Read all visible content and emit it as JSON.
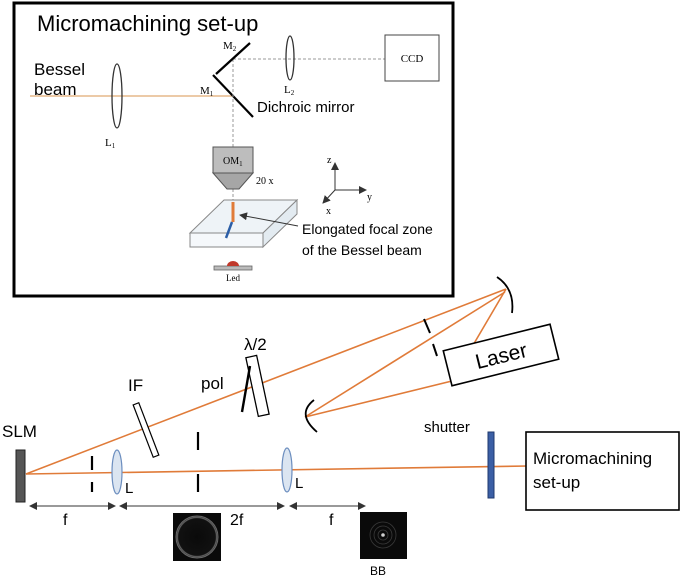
{
  "inset": {
    "title": "Micromachining set-up",
    "bessel_beam_line1": "Bessel",
    "bessel_beam_line2": "beam",
    "lens1": "L",
    "lens1_sub": "1",
    "lens2": "L",
    "lens2_sub": "2",
    "mirror1": "M",
    "mirror1_sub": "1",
    "mirror2": "M",
    "mirror2_sub": "2",
    "ccd": "CCD",
    "dichroic": "Dichroic mirror",
    "objective": "OM",
    "objective_sub": "1",
    "magnification": "20 x",
    "axis_z": "z",
    "axis_x": "x",
    "axis_y": "y",
    "focal_zone_line1": "Elongated focal zone",
    "focal_zone_line2": "of the Bessel beam",
    "led": "Led"
  },
  "main": {
    "slm": "SLM",
    "if_label": "IF",
    "pol": "pol",
    "half_wave": "λ/2",
    "laser": "Laser",
    "shutter": "shutter",
    "lens_a": "L",
    "lens_b": "L",
    "dist_f1": "f",
    "dist_2f": "2f",
    "dist_f2": "f",
    "bb": "BB",
    "target_line1": "Micromachining",
    "target_line2": "set-up"
  },
  "colors": {
    "beam": "#e07b39",
    "lens_fill": "#dbe5f1",
    "lens_stroke": "#6c8ebf",
    "shutter": "#3b5fa5",
    "slm": "#555555",
    "focal": "#e07b39",
    "led": "#c0392b"
  }
}
